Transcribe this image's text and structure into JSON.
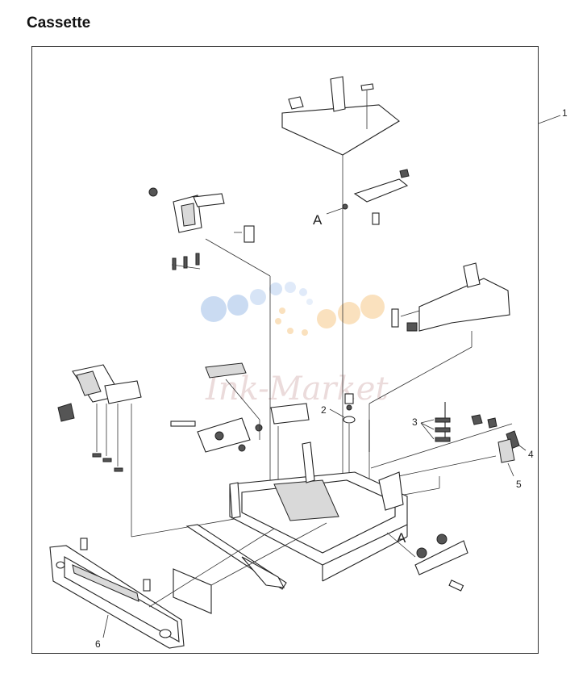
{
  "title": "Cassette",
  "callouts": {
    "c1": "1",
    "c2": "2",
    "c3": "3",
    "c4": "4",
    "c5": "5",
    "c6": "6",
    "ref_a_top": "A",
    "ref_a_bottom": "A"
  },
  "watermark": "Ink-Market",
  "colors": {
    "line": "#222222",
    "watermark_blue": "#9fbfe8",
    "watermark_orange": "#f6c98a",
    "watermark_text": "#c9a0a0"
  }
}
